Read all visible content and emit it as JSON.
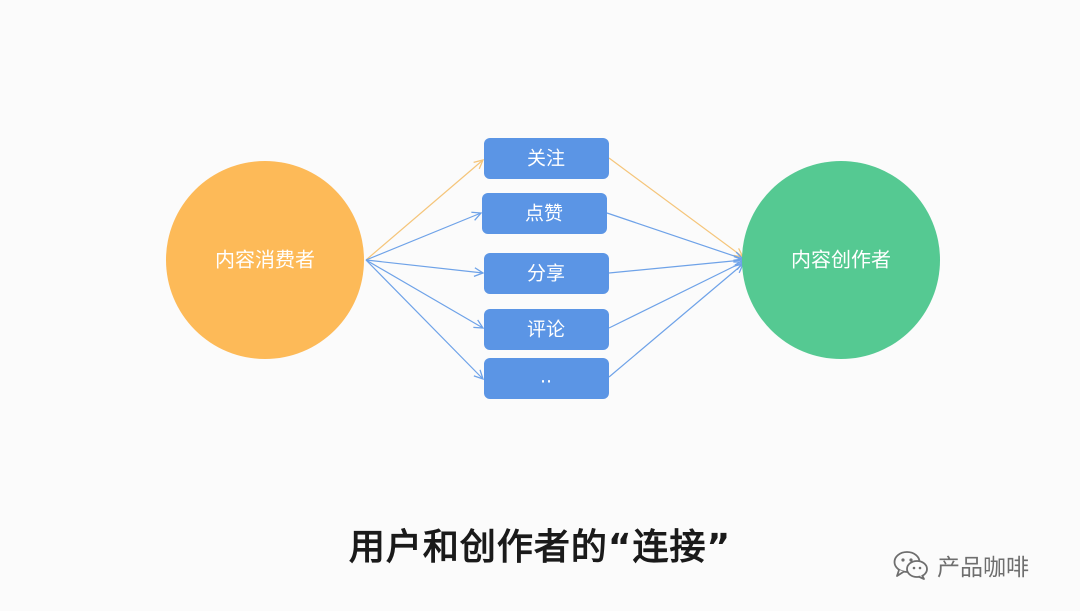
{
  "diagram": {
    "consumer_label": "内容消费者",
    "creator_label": "内容创作者",
    "actions": [
      {
        "label": "关注"
      },
      {
        "label": "点赞"
      },
      {
        "label": "分享"
      },
      {
        "label": "评论"
      },
      {
        "label": ".."
      }
    ],
    "colors": {
      "consumer": "#FDBA58",
      "creator": "#55C992",
      "action_box": "#5B95E5",
      "arrow_highlight": "#F5C57A",
      "arrow_default": "#6EA2E8"
    }
  },
  "title": "用户和创作者的“连接”",
  "watermark": {
    "icon": "wechat-icon",
    "text": "产品咖啡"
  }
}
